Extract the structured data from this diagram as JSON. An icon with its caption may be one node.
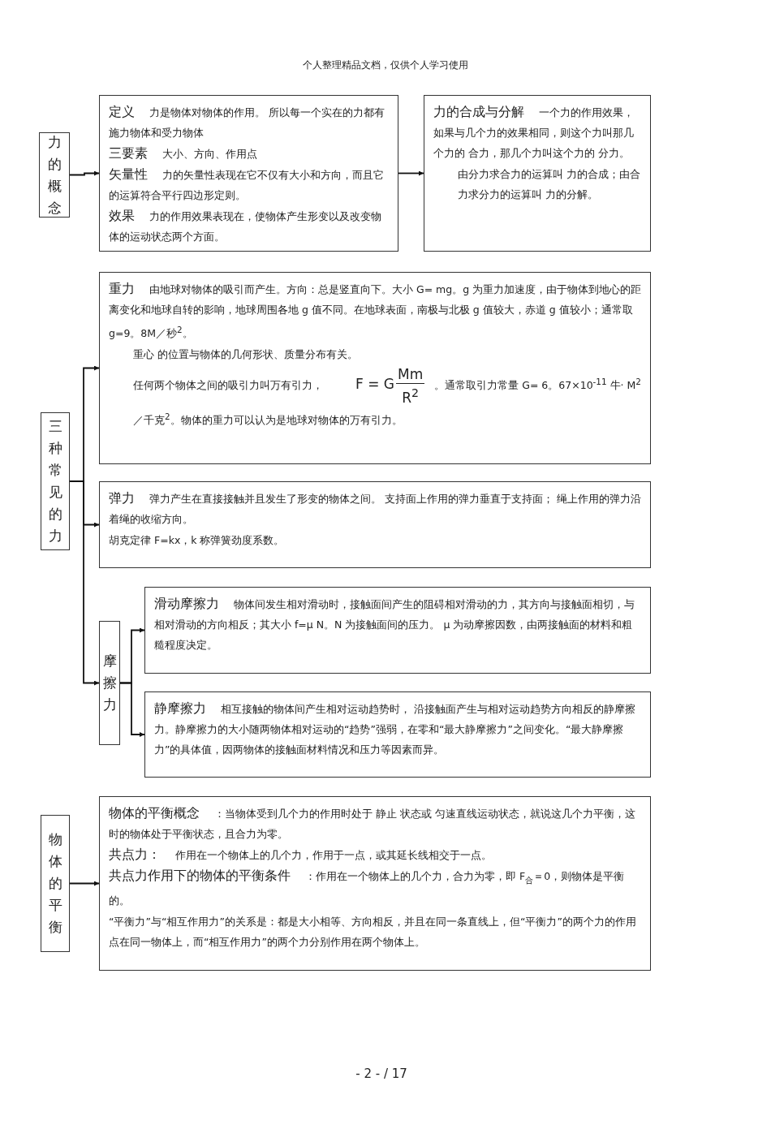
{
  "diagram": {
    "nodes": [
      {
        "text": [
          "力的概念"
        ]
      },
      {
        "text": [
          "定义",
          "力是物体对物体的作用。 所以每一个实在的力都有施力物体和受力物体",
          "三要素",
          "大小、方向、作用点",
          "矢量性",
          "力的矢量性表现在它不仅有大小和方向，而且它的运算符合平行四边形定则。",
          "效果",
          "力的作用效果表现在，使物体产生形变以及改变物体的运动状态两个方面。"
        ]
      },
      {
        "text": [
          "力的合成与分解",
          "一个力的作用效果，如果与几个力的效果相同，则这个力叫那几个力的 合力，那几个力叫这个力的 分力。",
          "由分力求合力的运算叫 力的合成；由合力求分力的运算叫 力的分解。"
        ]
      },
      {
        "text": [
          "三种常见的力"
        ]
      },
      {
        "text": [
          "重力",
          "由地球对物体的吸引而产生。方向：总是竖直向下。大小 G= mg。g 为重力加速度，由于物体到地心的距离变化和地球自转的影响，地球周围各地 g 值不同。在地球表面，南极与北极 g 值较大，赤道 g 值较小；通常取 g=9。8M／秒$^{2}$。",
          "重心 的位置与物体的几何形状、质量分布有关。",
          "任何两个物体之间的吸引力叫万有引力，",
          "F = G",
          "Mm",
          "R$^{2}$",
          "。通常取引力常量 G= 6。67×10$^{-11}$ 牛· M$^{2}$／千克$^{2}$。物体的重力可以认为是地球对物体的万有引力。"
        ]
      },
      {
        "text": [
          "弹力",
          "弹力产生在直接接触并且发生了形变的物体之间。 支持面上作用的弹力垂直于支持面； 绳上作用的弹力沿着绳的收缩方向。",
          "胡克定律 F=kx，k 称弹簧劲度系数。"
        ]
      },
      {
        "text": [
          "摩擦力"
        ]
      },
      {
        "text": [
          "滑动摩擦力",
          "物体间发生相对滑动时，接触面间产生的阻碍相对滑动的力，其方向与接触面相切，与相对滑动的方向相反；其大小 f=μ N。N 为接触面间的压力。 μ 为动摩擦因数，由两接触面的材料和粗糙程度决定。"
        ]
      },
      {
        "text": [
          "静摩擦力",
          "相互接触的物体间产生相对运动趋势时， 沿接触面产生与相对运动趋势方向相反的静摩擦力。静摩擦力的大小随两物体相对运动的“趋势”强弱，在零和“最大静摩擦力”之间变化。“最大静摩擦力”的具体值，因两物体的接触面材料情况和压力等因素而异。"
        ]
      },
      {
        "text": [
          "物体的平衡"
        ]
      },
      {
        "text": [
          "物体的平衡概念",
          "：当物体受到几个力的作用时处于 静止 状态或 匀速直线运动状态，就说这几个力平衡，这时的物体处于平衡状态，且合力为零。",
          "共点力：",
          "作用在一个物体上的几个力，作用于一点，或其延长线相交于一点。",
          "共点力作用下的物体的平衡条件",
          "：作用在一个物体上的几个力，合力为零，即 F$_{合}$＝0，则物体是平衡的。",
          "“平衡力”与“相互作用力”的关系是：",
          "都是大小相等、方向相反，并且在同一条直线上，但“平衡力”的两个力的作用点在同一物体上，而“相互作用力”的两个力分别作用在两个物体上。"
        ]
      }
    ],
    "edges": [
      {
        "from": 0,
        "to": 1,
        "arrow": "to"
      },
      {
        "from": 1,
        "to": 2,
        "arrow": "to"
      },
      {
        "from": 3,
        "to": 4,
        "arrow": "to"
      },
      {
        "from": 3,
        "to": 5,
        "arrow": "to"
      },
      {
        "from": 3,
        "to": 6,
        "arrow": "to"
      },
      {
        "from": 6,
        "to": 7,
        "arrow": "to"
      },
      {
        "from": 6,
        "to": 8,
        "arrow": "to"
      },
      {
        "from": 9,
        "to": 10,
        "arrow": "to"
      }
    ],
    "labels": [
      "个人整理精品文档，仅供个人学习使用",
      "- 2 - / 17"
    ]
  }
}
